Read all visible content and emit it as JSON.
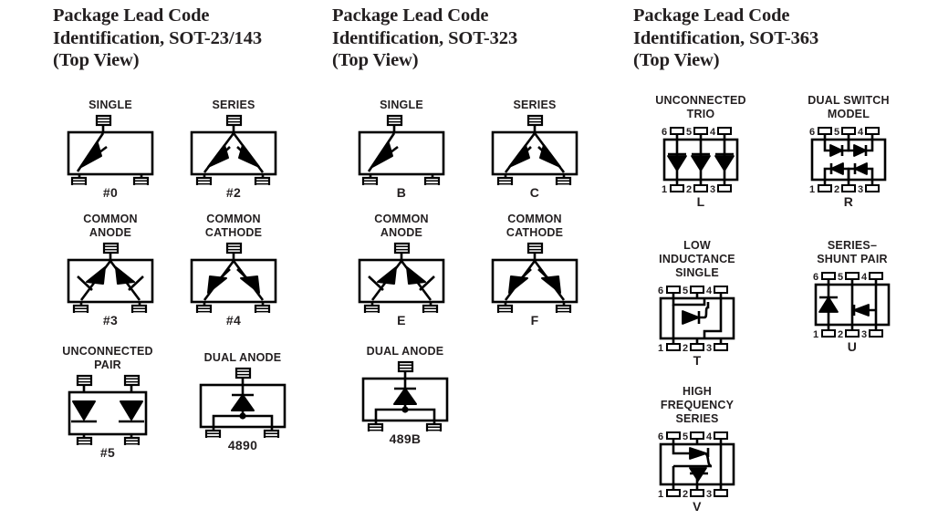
{
  "page": {
    "background": "#ffffff",
    "ink": "#231f20",
    "view_note": "(Top View)"
  },
  "columns": [
    {
      "id": "sot-23-143",
      "title_lines": [
        "Package Lead Code",
        "Identification, SOT-23/143",
        "(Top View)"
      ],
      "package": "SOT-23/143",
      "pin_count": 3,
      "parts": [
        {
          "caption": "SINGLE",
          "code": "#0",
          "config": "single-diagonal"
        },
        {
          "caption": "SERIES",
          "code": "#2",
          "config": "series"
        },
        {
          "caption": "COMMON\nANODE",
          "code": "#3",
          "config": "common-anode"
        },
        {
          "caption": "COMMON\nCATHODE",
          "code": "#4",
          "config": "common-cathode"
        },
        {
          "caption": "UNCONNECTED\nPAIR",
          "code": "#5",
          "config": "unconnected-pair"
        },
        {
          "caption": "DUAL ANODE",
          "code": "4890",
          "config": "dual-anode"
        }
      ]
    },
    {
      "id": "sot-323",
      "title_lines": [
        "Package Lead Code",
        "Identification, SOT-323",
        "(Top View)"
      ],
      "package": "SOT-323",
      "pin_count": 3,
      "parts": [
        {
          "caption": "SINGLE",
          "code": "B",
          "config": "single-diagonal"
        },
        {
          "caption": "SERIES",
          "code": "C",
          "config": "series"
        },
        {
          "caption": "COMMON\nANODE",
          "code": "E",
          "config": "common-anode"
        },
        {
          "caption": "COMMON\nCATHODE",
          "code": "F",
          "config": "common-cathode"
        },
        {
          "caption": "DUAL ANODE",
          "code": "489B",
          "config": "dual-anode"
        }
      ]
    },
    {
      "id": "sot-363",
      "title_lines": [
        "Package Lead Code",
        "Identification, SOT-363",
        "(Top View)"
      ],
      "package": "SOT-363",
      "pin_count": 6,
      "pin_labels_top": [
        "6",
        "5",
        "4"
      ],
      "pin_labels_bottom": [
        "1",
        "2",
        "3"
      ],
      "parts": [
        {
          "caption": "UNCONNECTED\nTRIO",
          "code": "L",
          "config": "trio"
        },
        {
          "caption": "DUAL SWITCH\nMODEL",
          "code": "R",
          "config": "dual-switch"
        },
        {
          "caption": "LOW\nINDUCTANCE\nSINGLE",
          "code": "T",
          "config": "low-inductance"
        },
        {
          "caption": "SERIES–\nSHUNT PAIR",
          "code": "U",
          "config": "series-shunt"
        },
        {
          "caption": "HIGH\nFREQUENCY\nSERIES",
          "code": "V",
          "config": "hf-series"
        }
      ]
    }
  ]
}
